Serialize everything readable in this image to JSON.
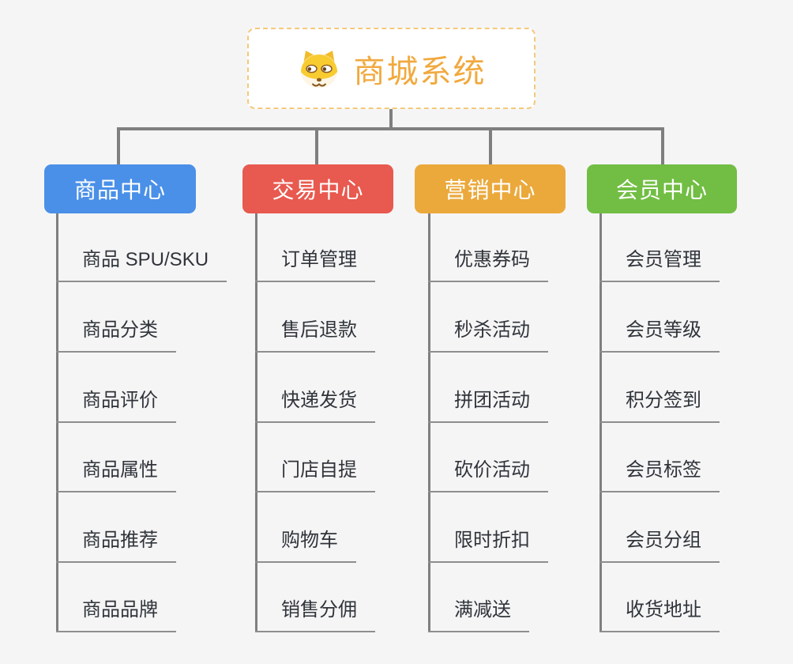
{
  "background_color": "#f5f5f6",
  "connector_color": "#7f7f7f",
  "underline_color": "#8e8e8e",
  "root": {
    "title": "商城系统",
    "icon": "dog-face-icon",
    "title_color": "#f1a93e",
    "border_color": "#f4c97c"
  },
  "branches": [
    {
      "label": "商品中心",
      "color": "#4a90e8",
      "items": [
        "商品 SPU/SKU",
        "商品分类",
        "商品评价",
        "商品属性",
        "商品推荐",
        "商品品牌"
      ]
    },
    {
      "label": "交易中心",
      "color": "#e8594f",
      "items": [
        "订单管理",
        "售后退款",
        "快递发货",
        "门店自提",
        "购物车",
        "销售分佣"
      ]
    },
    {
      "label": "营销中心",
      "color": "#eba93c",
      "items": [
        "优惠券码",
        "秒杀活动",
        "拼团活动",
        "砍价活动",
        "限时折扣",
        "满减送"
      ]
    },
    {
      "label": "会员中心",
      "color": "#72be44",
      "items": [
        "会员管理",
        "会员等级",
        "积分签到",
        "会员标签",
        "会员分组",
        "收货地址"
      ]
    }
  ]
}
